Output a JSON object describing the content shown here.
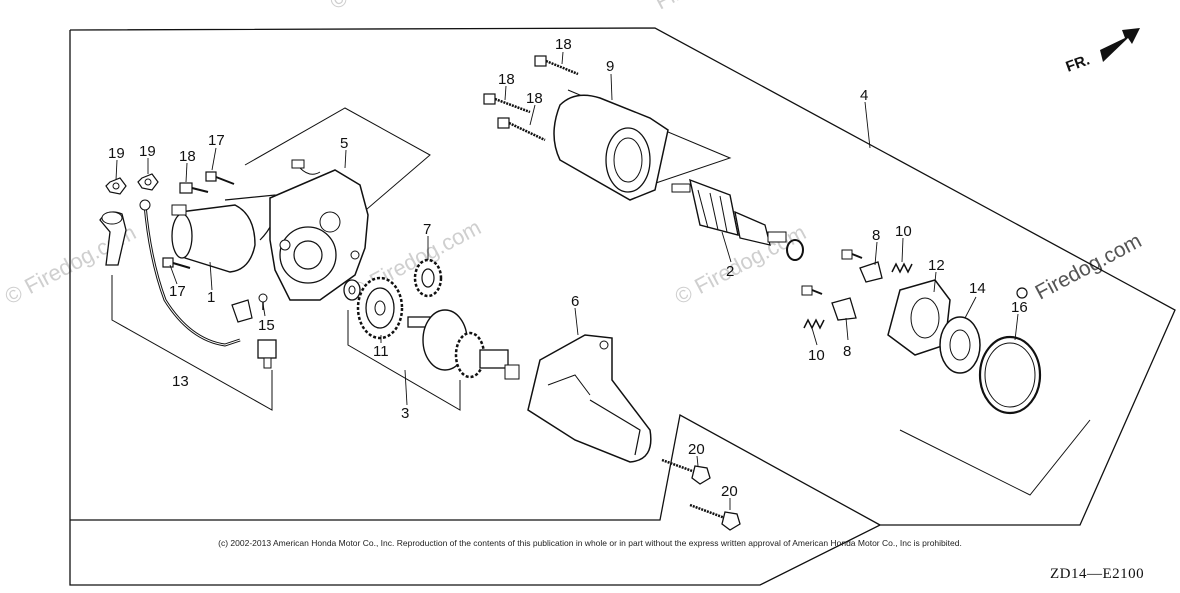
{
  "diagram": {
    "orientation_label": "FR.",
    "callouts": {
      "p1": "1",
      "p2": "2",
      "p3": "3",
      "p4": "4",
      "p5": "5",
      "p6": "6",
      "p7": "7",
      "p8a": "8",
      "p8b": "8",
      "p9": "9",
      "p10a": "10",
      "p10b": "10",
      "p11": "11",
      "p12": "12",
      "p13": "13",
      "p14": "14",
      "p15": "15",
      "p16": "16",
      "p17a": "17",
      "p17b": "17",
      "p18a": "18",
      "p18b": "18",
      "p18c": "18",
      "p18d": "18",
      "p19a": "19",
      "p19b": "19",
      "p20a": "20",
      "p20b": "20"
    },
    "watermarks": [
      "© Firedog.com",
      "© Firedog.com",
      "Firedog.com",
      "© Firedog.com",
      "© Firedog.com",
      "Firedog.com"
    ]
  },
  "footer": {
    "copyright": "(c) 2002-2013 American Honda Motor Co., Inc. Reproduction of the contents of this publication in whole or in part without the express written approval of American Honda Motor Co., Inc is prohibited.",
    "diagram_code": "ZD14—E2100"
  }
}
